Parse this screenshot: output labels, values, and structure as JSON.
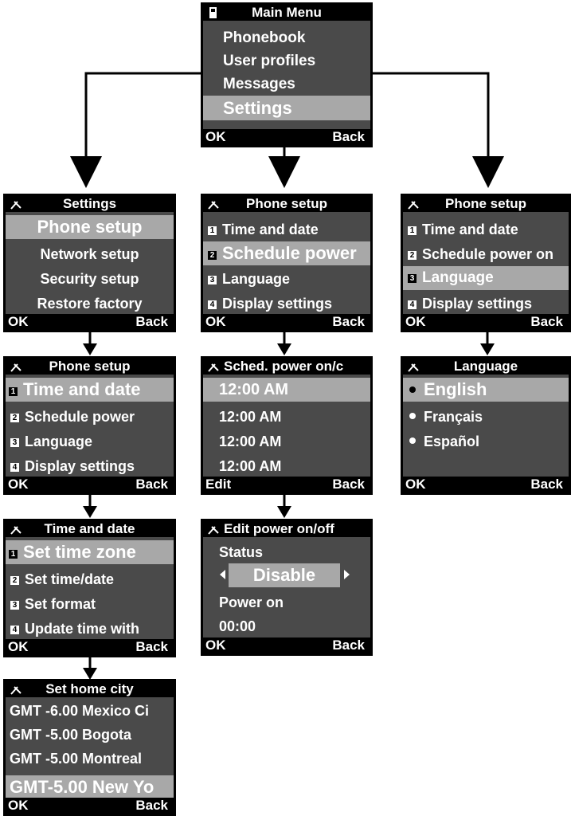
{
  "main_menu": {
    "title": "Main Menu",
    "items": [
      "Phonebook",
      "User profiles",
      "Messages",
      "Settings"
    ],
    "ok": "OK",
    "back": "Back"
  },
  "settings": {
    "title": "Settings",
    "items": [
      "Phone setup",
      "Network setup",
      "Security setup",
      "Restore factory"
    ],
    "ok": "OK",
    "back": "Back"
  },
  "phone_setup_time": {
    "title": "Phone setup",
    "items": [
      "Time and date",
      "Schedule power",
      "Language",
      "Display settings"
    ],
    "ok": "OK",
    "back": "Back"
  },
  "time_and_date": {
    "title": "Time and date",
    "items": [
      "Set time zone",
      "Set time/date",
      "Set format",
      "Update time with"
    ],
    "ok": "OK",
    "back": "Back"
  },
  "set_home_city": {
    "title": "Set home city",
    "items": [
      "GMT -6.00 Mexico Ci",
      "GMT -5.00 Bogota",
      "GMT -5.00 Montreal",
      "GMT-5.00 New Yo"
    ],
    "ok": "OK",
    "back": "Back"
  },
  "phone_setup_schedule": {
    "title": "Phone setup",
    "items": [
      "Time and date",
      "Schedule power",
      "Language",
      "Display settings"
    ],
    "ok": "OK",
    "back": "Back"
  },
  "sched_power": {
    "title": "Sched. power on/c",
    "items": [
      "12:00 AM",
      "12:00 AM",
      "12:00 AM",
      "12:00 AM"
    ],
    "edit": "Edit",
    "back": "Back"
  },
  "edit_power": {
    "title": "Edit power on/off",
    "status_label": "Status",
    "status_value": "Disable",
    "power_on_label": "Power on",
    "power_on_value": "00:00",
    "ok": "OK",
    "back": "Back"
  },
  "phone_setup_language": {
    "title": "Phone setup",
    "items": [
      "Time and date",
      "Schedule power on",
      "Language",
      "Display settings"
    ],
    "ok": "OK",
    "back": "Back"
  },
  "language": {
    "title": "Language",
    "items": [
      "English",
      "Français",
      "Español"
    ],
    "ok": "OK",
    "back": "Back"
  },
  "item_numbers": [
    "1",
    "2",
    "3",
    "4"
  ],
  "icons": {
    "menu": "phone-icon",
    "settings": "tools-icon"
  },
  "colors": {
    "screen": "#4a4a4a",
    "highlight": "#a8a8a8",
    "bar": "#000000"
  }
}
